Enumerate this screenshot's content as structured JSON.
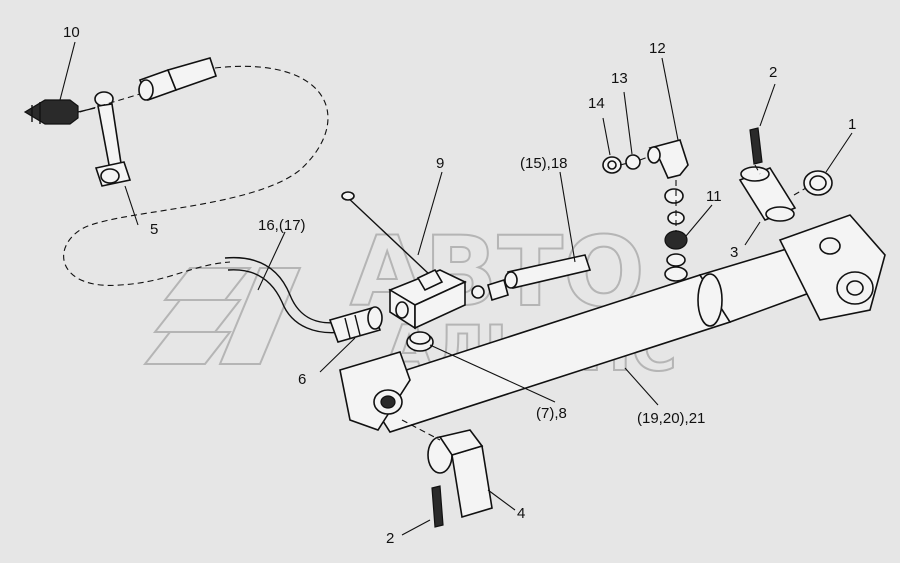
{
  "watermark": {
    "line1": "АВТО",
    "line2": "АЛЬЯНС"
  },
  "callouts": [
    {
      "id": "10",
      "text": "10"
    },
    {
      "id": "5",
      "text": "5"
    },
    {
      "id": "16-17",
      "text": "16,(17)"
    },
    {
      "id": "9",
      "text": "9"
    },
    {
      "id": "6",
      "text": "6"
    },
    {
      "id": "15-18",
      "text": "(15),18"
    },
    {
      "id": "14",
      "text": "14"
    },
    {
      "id": "13",
      "text": "13"
    },
    {
      "id": "12",
      "text": "12"
    },
    {
      "id": "11",
      "text": "11"
    },
    {
      "id": "2-top",
      "text": "2"
    },
    {
      "id": "1",
      "text": "1"
    },
    {
      "id": "3",
      "text": "3"
    },
    {
      "id": "7-8",
      "text": "(7),8"
    },
    {
      "id": "19-21",
      "text": "(19,20),21"
    },
    {
      "id": "4",
      "text": "4"
    },
    {
      "id": "2-bottom",
      "text": "2"
    }
  ]
}
